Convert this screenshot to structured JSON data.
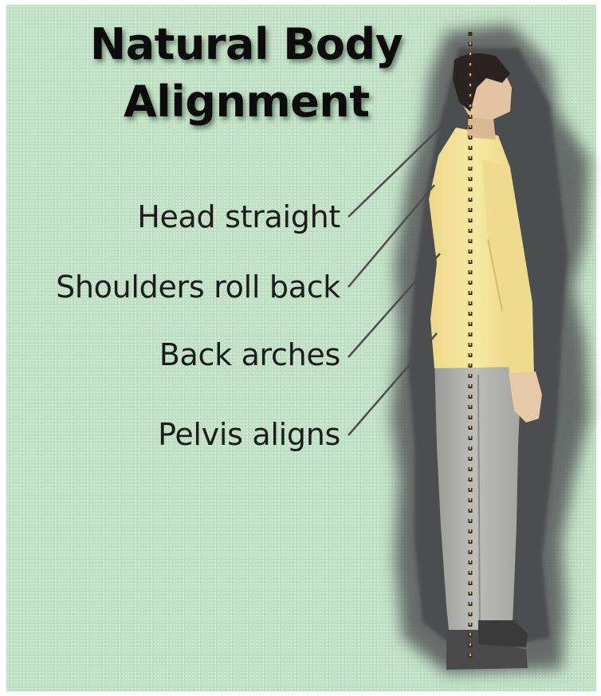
{
  "title": {
    "line1": "Natural Body",
    "line2": "Alignment"
  },
  "labels": [
    {
      "id": "head",
      "text": "Head straight"
    },
    {
      "id": "shoulders",
      "text": "Shoulders roll back"
    },
    {
      "id": "back",
      "text": "Back arches"
    },
    {
      "id": "pelvis",
      "text": "Pelvis aligns"
    }
  ],
  "colors": {
    "background": "#bfe0c3",
    "shirt": "#f1e08f",
    "pants": "#b4b4b0",
    "hair": "#2a2220",
    "skin": "#e3c6a5",
    "plumb_line": "#3a2e18",
    "shadow": "#5c5c5c"
  }
}
